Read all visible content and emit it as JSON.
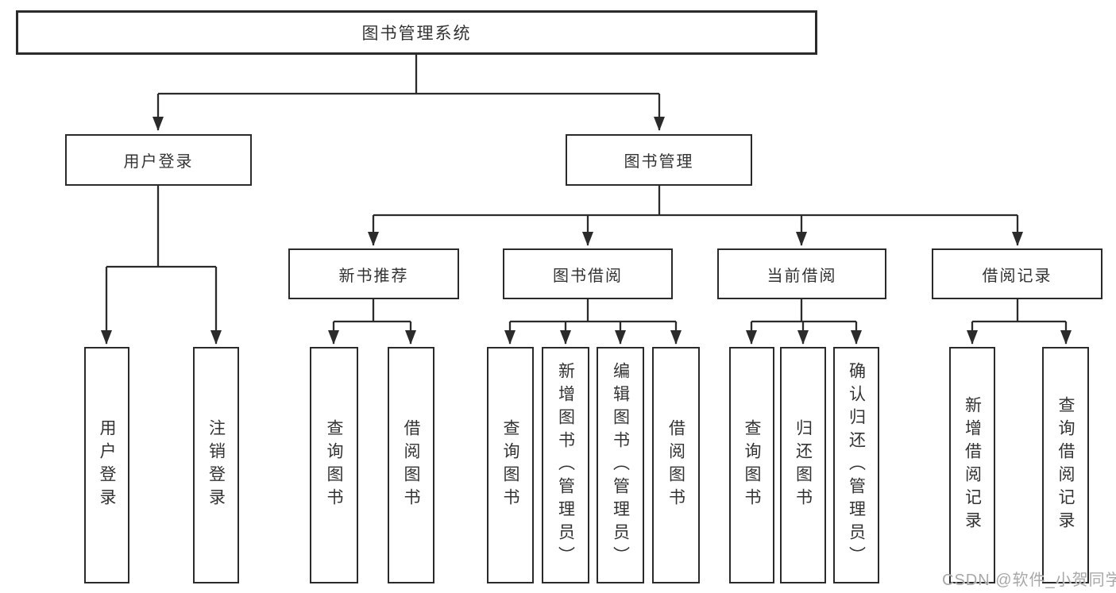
{
  "colors": {
    "background": "#ffffff",
    "line": "#2b2b2b",
    "box-border": "#2b2b2b",
    "text": "#333333",
    "watermark": "#a8a8a8"
  },
  "watermark": {
    "text": "CSDN @软件_小贺同学"
  },
  "tree": {
    "root": {
      "label": "图书管理系统"
    },
    "branches": [
      {
        "label": "用户登录",
        "children": [
          {
            "label": "用户登录"
          },
          {
            "label": "注销登录"
          }
        ]
      },
      {
        "label": "图书管理",
        "children": [
          {
            "label": "新书推荐",
            "children": [
              {
                "label": "查询图书"
              },
              {
                "label": "借阅图书"
              }
            ]
          },
          {
            "label": "图书借阅",
            "children": [
              {
                "label": "查询图书"
              },
              {
                "label": "新增图书（管理员）"
              },
              {
                "label": "编辑图书（管理员）"
              },
              {
                "label": "借阅图书"
              }
            ]
          },
          {
            "label": "当前借阅",
            "children": [
              {
                "label": "查询图书"
              },
              {
                "label": "归还图书"
              },
              {
                "label": "确认归还（管理员）"
              }
            ]
          },
          {
            "label": "借阅记录",
            "children": [
              {
                "label": "新增借阅记录"
              },
              {
                "label": "查询借阅记录"
              }
            ]
          }
        ]
      }
    ]
  }
}
